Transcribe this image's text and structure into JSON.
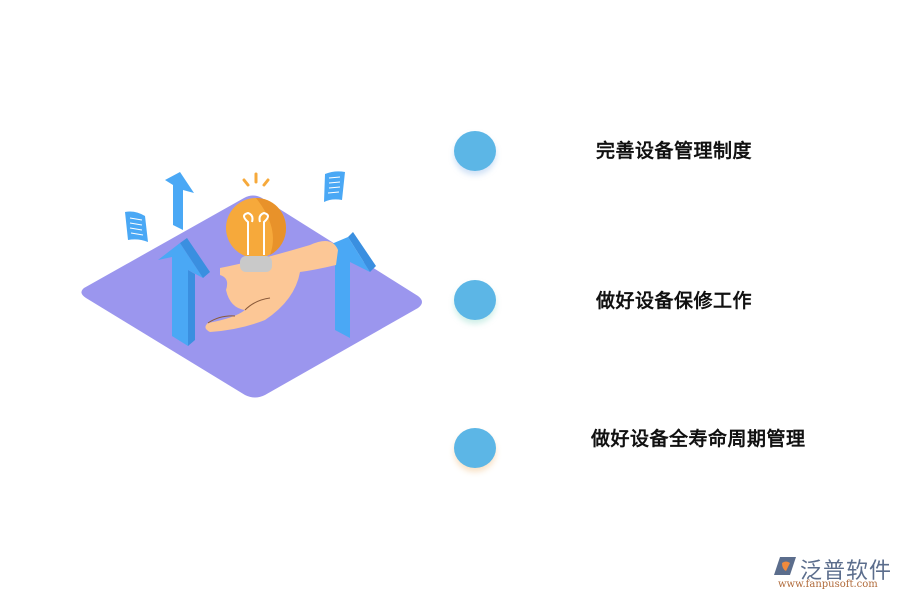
{
  "items": [
    {
      "label": "完善设备管理制度",
      "dot_color": "#5cb6e6"
    },
    {
      "label": "做好设备保修工作",
      "dot_color": "#5cb6e6"
    },
    {
      "label": "做好设备全寿命周期管理",
      "dot_color": "#5cb6e6"
    }
  ],
  "illustration": {
    "description": "isometric purple platform with hand holding lightbulb, blue up arrows and floating documents",
    "icons": [
      "lightbulb-icon",
      "hand-icon",
      "up-arrow-icon",
      "document-icon"
    ],
    "colors": {
      "platform": "#9b96ee",
      "arrow": "#4aa8f5",
      "bulb": "#f6a93b",
      "hand": "#fcc796"
    }
  },
  "logo": {
    "name": "泛普软件",
    "url": "www.fanpusoft.com"
  }
}
